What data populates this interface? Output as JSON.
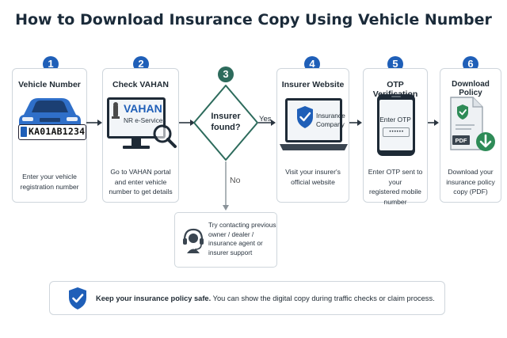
{
  "title": "How to Download Insurance Copy Using Vehicle Number",
  "colors": {
    "step_badge": "#1f5fb8",
    "decision_badge": "#2d6b5c",
    "accent_green": "#2e8b57",
    "arrow": "#2a3540"
  },
  "steps": [
    {
      "number": "1",
      "title": "Vehicle Number",
      "desc_lines": [
        "Enter your vehicle",
        "registration number"
      ],
      "plate": "KA01AB1234",
      "icon": "car-icon"
    },
    {
      "number": "2",
      "title": "Check VAHAN",
      "desc_lines": [
        "Go to VAHAN portal",
        "and enter vehicle",
        "number to get details"
      ],
      "screen_title": "VAHAN",
      "screen_subtitle": "NR e-Services",
      "icon": "monitor-search-icon"
    },
    {
      "number": "3",
      "title_lines": [
        "Insurer",
        "found?"
      ],
      "icon": "decision-diamond"
    },
    {
      "number": "4",
      "title": "Insurer Website",
      "desc_lines": [
        "Visit your insurer's",
        "official website"
      ],
      "laptop_lines": [
        "Insurance",
        "Company"
      ],
      "icon": "laptop-shield-icon"
    },
    {
      "number": "5",
      "title": "OTP Verification",
      "desc_lines": [
        "Enter OTP sent to your",
        "registered mobile",
        "number"
      ],
      "phone_label": "Enter OTP",
      "otp_mask": "• • • • • •",
      "icon": "phone-icon"
    },
    {
      "number": "6",
      "title": "Download Policy",
      "desc_lines": [
        "Download your",
        "insurance policy",
        "copy (PDF)"
      ],
      "pdf_label": "PDF",
      "icon": "document-download-icon"
    }
  ],
  "branches": {
    "yes": "Yes",
    "no": "No"
  },
  "support": {
    "lines": [
      "Try contacting previous",
      "owner / dealer /",
      "insurance agent or",
      "insurer support"
    ],
    "icon": "headset-icon"
  },
  "banner": {
    "strong": "Keep your insurance policy safe.",
    "rest": " You can show the digital copy during traffic checks or claim process.",
    "icon": "shield-check-icon"
  }
}
